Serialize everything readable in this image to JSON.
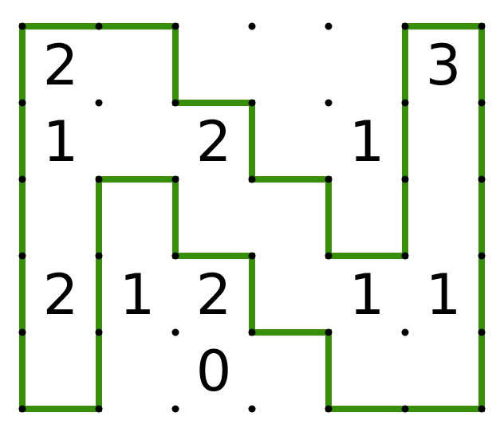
{
  "puzzle": {
    "type": "slitherlink",
    "cols": 6,
    "rows": 5,
    "colors": {
      "line": "#3a8f0a",
      "dot": "#000000",
      "clue": "#000000",
      "background": "#ffffff"
    },
    "clues": [
      {
        "row": 0,
        "col": 0,
        "value": "2"
      },
      {
        "row": 0,
        "col": 5,
        "value": "3"
      },
      {
        "row": 1,
        "col": 0,
        "value": "1"
      },
      {
        "row": 1,
        "col": 2,
        "value": "2"
      },
      {
        "row": 1,
        "col": 4,
        "value": "1"
      },
      {
        "row": 3,
        "col": 0,
        "value": "2"
      },
      {
        "row": 3,
        "col": 1,
        "value": "1"
      },
      {
        "row": 3,
        "col": 2,
        "value": "2"
      },
      {
        "row": 3,
        "col": 4,
        "value": "1"
      },
      {
        "row": 3,
        "col": 5,
        "value": "1"
      },
      {
        "row": 4,
        "col": 2,
        "value": "0"
      }
    ],
    "loop": [
      [
        0,
        0
      ],
      [
        2,
        0
      ],
      [
        2,
        1
      ],
      [
        3,
        1
      ],
      [
        3,
        2
      ],
      [
        4,
        2
      ],
      [
        4,
        3
      ],
      [
        5,
        3
      ],
      [
        5,
        0
      ],
      [
        6,
        0
      ],
      [
        6,
        5
      ],
      [
        4,
        5
      ],
      [
        4,
        4
      ],
      [
        3,
        4
      ],
      [
        3,
        3
      ],
      [
        2,
        3
      ],
      [
        2,
        2
      ],
      [
        1,
        2
      ],
      [
        1,
        5
      ],
      [
        0,
        5
      ],
      [
        0,
        0
      ]
    ]
  }
}
